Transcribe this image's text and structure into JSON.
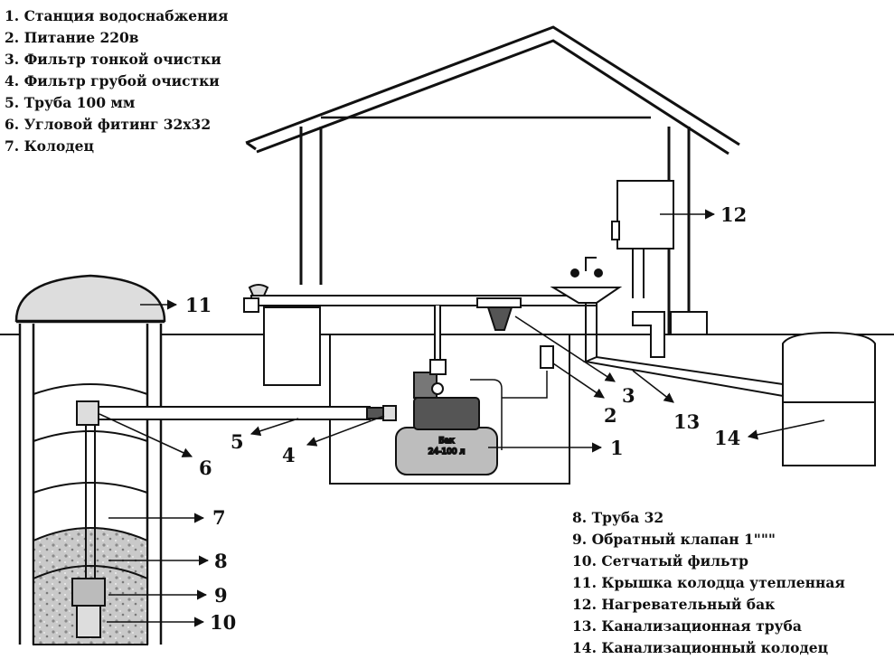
{
  "legend_top": [
    "1. Станция водоснабжения",
    "2. Питание 220в",
    "3. Фильтр тонкой очистки",
    "4. Фильтр грубой очистки",
    "5. Труба 100 мм",
    "6. Угловой фитинг 32х32",
    "7. Колодец"
  ],
  "legend_bottom": [
    "8. Труба 32",
    "9. Обратный клапан 1\"\"\"",
    "10. Сетчатый фильтр",
    "11. Крышка колодца утепленная",
    "12. Нагревательный бак",
    "13. Канализационная труба",
    "14. Канализационный колодец"
  ],
  "callouts": {
    "n1": "1",
    "n2": "2",
    "n3": "3",
    "n4": "4",
    "n5": "5",
    "n6": "6",
    "n7": "7",
    "n8": "8",
    "n9": "9",
    "n10": "10",
    "n11": "11",
    "n12": "12",
    "n13": "13",
    "n14": "14"
  },
  "tank": {
    "line1": "Бак",
    "line2": "24-100 л"
  }
}
